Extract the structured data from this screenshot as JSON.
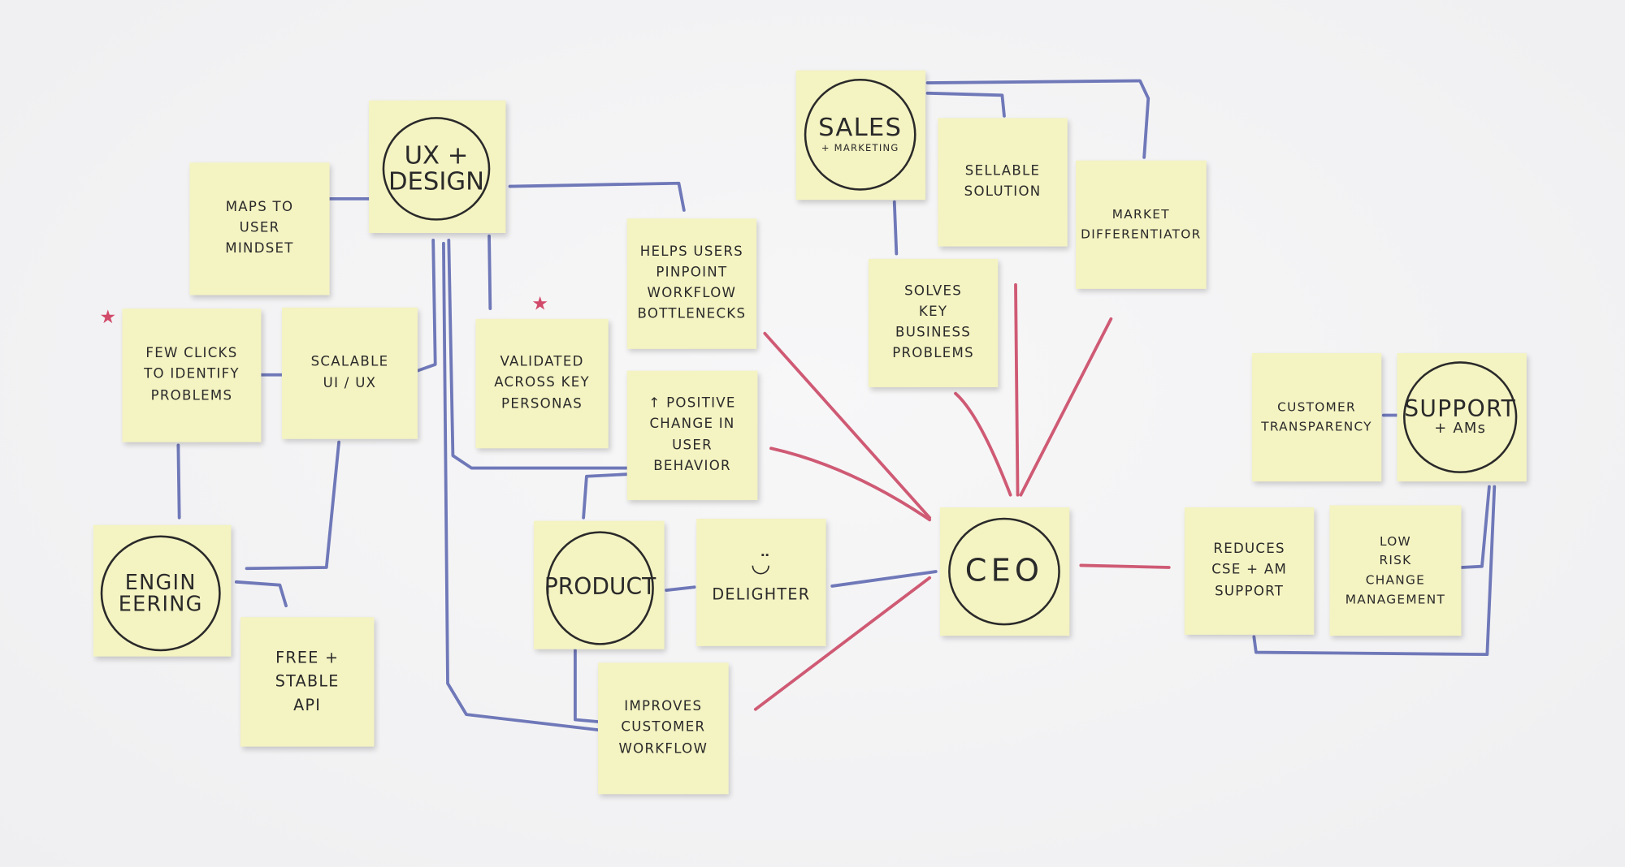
{
  "notes": {
    "ux_design": "UX +\nDESIGN",
    "maps_to_user_mindset": "MAPS TO\nUSER\nMINDSET",
    "few_clicks": "FEW CLICKS\nTO IDENTIFY\nPROBLEMS",
    "scalable": "SCALABLE\nUI / UX",
    "validated": "VALIDATED\nACROSS KEY\nPERSONAS",
    "helps_users": "HELPS USERS\nPINPOINT\nWORKFLOW\nBOTTLENECKS",
    "positive_change": "↑ POSITIVE\nCHANGE IN\nUSER\nBEHAVIOR",
    "engineering": "ENGIN\nEERING",
    "free_stable_api": "FREE +\nSTABLE\nAPI",
    "product": "PRODUCT",
    "delighter_icon": "◡̈",
    "delighter": "DELIGHTER",
    "improves_workflow": "IMPROVES\nCUSTOMER\nWORKFLOW",
    "sales": "SALES",
    "sales_sub": "+ MARKETING",
    "sellable_solution": "SELLABLE\nSOLUTION",
    "market_differentiator": "MARKET\nDIFFERENTIATOR",
    "solves_problems": "SOLVES\nKEY\nBUSINESS\nPROBLEMS",
    "ceo": "CEO",
    "reduces_support": "REDUCES\nCSE + AM\nSUPPORT",
    "low_risk": "LOW\nRISK\nCHANGE\nMANAGEMENT",
    "customer_transparency": "CUSTOMER\nTRANSPARENCY",
    "support": "SUPPORT",
    "support_sub": "+ AMs"
  },
  "colors": {
    "note": "#f4f3c2",
    "blue_line": "#6f78b8",
    "red_line": "#cf5a74",
    "star": "#d24a6a"
  }
}
